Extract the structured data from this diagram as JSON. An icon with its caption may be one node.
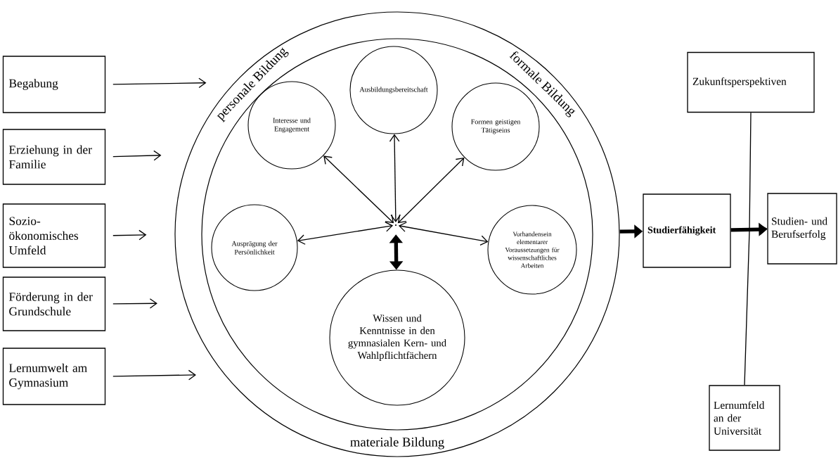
{
  "diagram": {
    "nodes": [
      {
        "text": [
          "Begabung"
        ]
      },
      {
        "text": [
          "Erziehung in der Familie"
        ]
      },
      {
        "text": [
          "Sozio-ökonomisches Umfeld"
        ]
      },
      {
        "text": [
          "Förderung in der Grundschule"
        ]
      },
      {
        "text": [
          "Lernumwelt am Gymnasium"
        ]
      },
      {
        "text": [
          "personale Bildung",
          "formale Bildung",
          "materiale Bildung"
        ]
      },
      {
        "text": [],
        "shape": "circle",
        "in": 5
      },
      {
        "text": [
          "Ausbildungsbereitschaft"
        ],
        "in": 6
      },
      {
        "text": [
          "Interesse und Engagement"
        ],
        "in": 6
      },
      {
        "text": [
          "Formen geistigen Tätigseins"
        ],
        "in": 6
      },
      {
        "text": [
          "Ausprägung der Persönlichkeit"
        ],
        "in": 6
      },
      {
        "text": [
          "Vorhandensein elementarer Voraussetzungen für wissenschaftliches Arbeiten"
        ],
        "in": 6
      },
      {
        "text": [
          "Wissen und Kenntnisse in den gymnasialen Kern- und Wahlpflichtfächern"
        ],
        "in": 6
      },
      {
        "text": [],
        "shape": "point",
        "in": 6
      },
      {
        "text": [
          "Studierfähigkeit"
        ]
      },
      {
        "text": [
          "Studien- und Berufserfolg"
        ]
      },
      {
        "text": [
          "Zukunftsperspektiven"
        ]
      },
      {
        "text": [
          "Lernumfeld an der Universität"
        ]
      }
    ],
    "edges": [
      {
        "from": 0,
        "to": 5,
        "arrow": "to"
      },
      {
        "from": 1,
        "to": 5,
        "arrow": "to"
      },
      {
        "from": 2,
        "to": 5,
        "arrow": "to"
      },
      {
        "from": 3,
        "to": 5,
        "arrow": "to"
      },
      {
        "from": 4,
        "to": 5,
        "arrow": "to"
      },
      {
        "from": 13,
        "to": 8,
        "arrow": "both"
      },
      {
        "from": 13,
        "to": 7,
        "arrow": "both"
      },
      {
        "from": 13,
        "to": 9,
        "arrow": "both"
      },
      {
        "from": 13,
        "to": 10,
        "arrow": "both"
      },
      {
        "from": 13,
        "to": 11,
        "arrow": "both"
      },
      {
        "from": 13,
        "to": 12,
        "arrow": "both",
        "style": "thick"
      },
      {
        "from": 16,
        "to": 15,
        "arrow": "to"
      },
      {
        "from": 17,
        "to": 15,
        "arrow": "to"
      },
      {
        "from": 5,
        "to": 14,
        "arrow": "to",
        "style": "thick"
      },
      {
        "from": 14,
        "to": 15,
        "arrow": "to",
        "style": "thick"
      }
    ]
  }
}
